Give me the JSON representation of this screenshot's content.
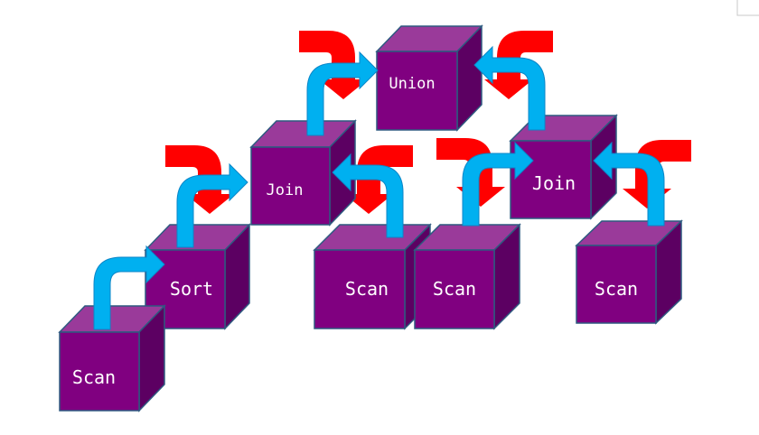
{
  "nodes": {
    "union": "Union",
    "join_left": "Join",
    "join_right": "Join",
    "sort": "Sort",
    "scan_bottom_left": "Scan",
    "scan_middle": "Scan",
    "scan_center_right": "Scan",
    "scan_far_right": "Scan"
  },
  "colors": {
    "cube_front": "#800080",
    "cube_top": "#9a3a9a",
    "cube_side": "#5c0062",
    "cube_edge": "#2e5a80",
    "data_flow_arrow": "#00b0f0",
    "control_arrow": "#ff0000"
  }
}
